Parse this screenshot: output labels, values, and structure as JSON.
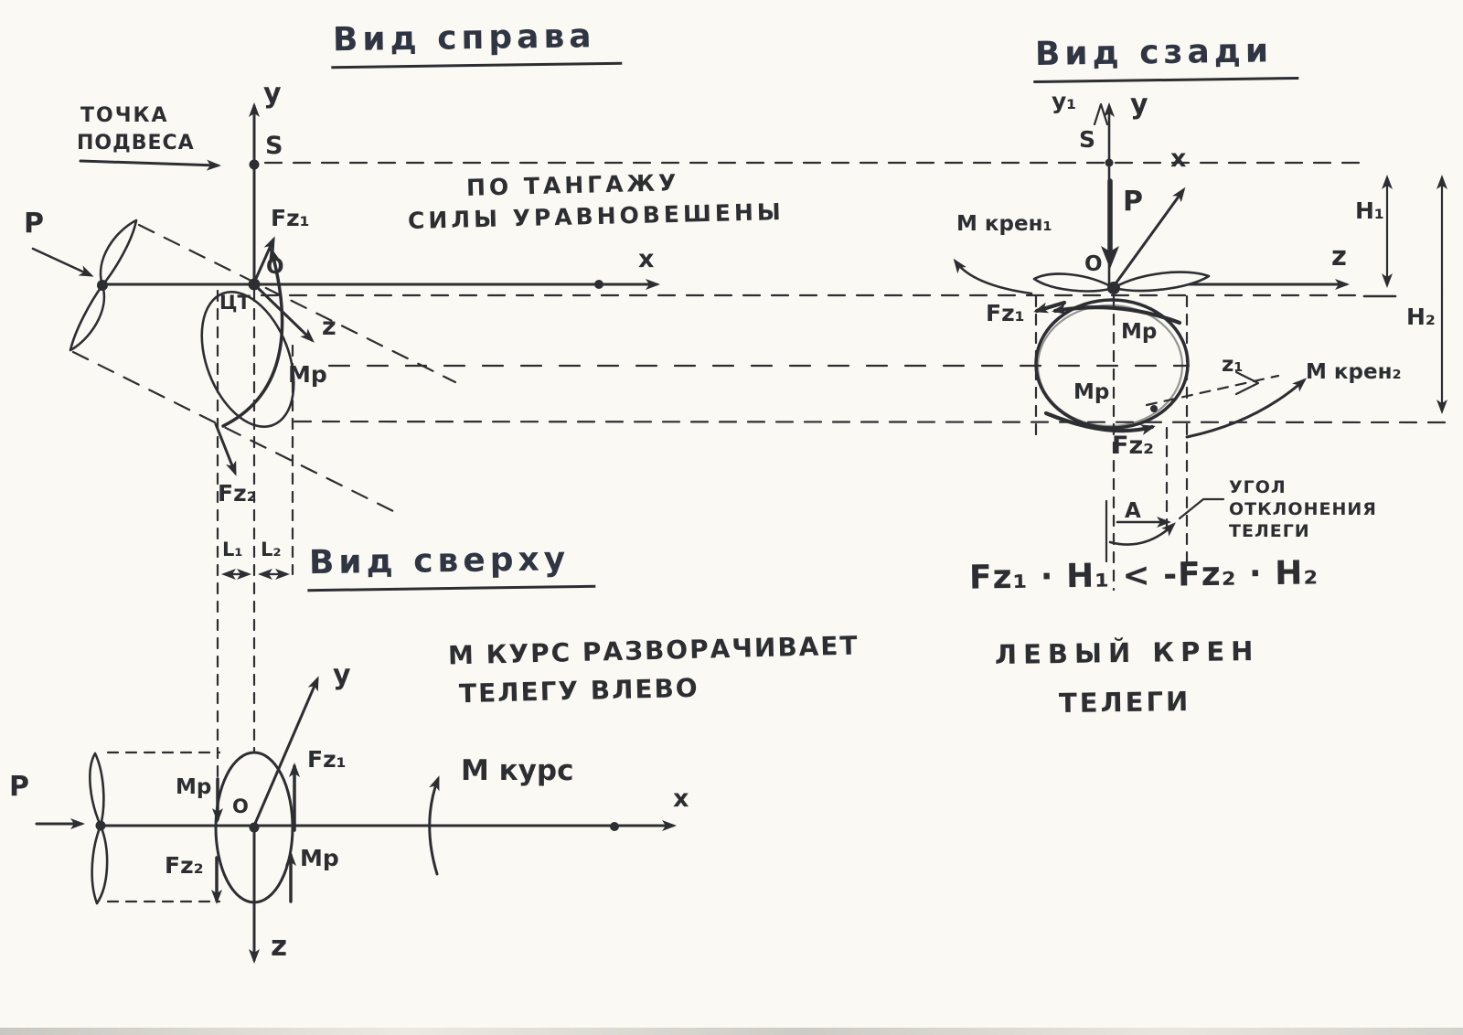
{
  "palette": {
    "paper": "#fbf9f3",
    "ink": "#2c2e32",
    "ink_title": "#2f3542"
  },
  "right_view": {
    "title": "Вид справа",
    "suspension_label_line1": "ТОЧКА",
    "suspension_label_line2": "ПОДВЕСА",
    "pitch_note_line1": "ПО ТАНГАЖУ",
    "pitch_note_line2": "СИЛЫ УРАВНОВЕШЕНЫ",
    "axis_y": "y",
    "axis_x": "x",
    "axis_z": "z",
    "point_suspension": "S",
    "origin": "O",
    "thrust": "P",
    "center_of_gravity": "ЦТ",
    "force_fz1": "Fz₁",
    "force_fz2": "Fz₂",
    "moment_prop": "Mp",
    "dim_l1": "L₁",
    "dim_l2": "L₂"
  },
  "rear_view": {
    "title": "Вид сзади",
    "axis_y1": "y₁",
    "axis_y": "y",
    "axis_x": "x",
    "axis_z": "z",
    "axis_z1": "z₁",
    "point_suspension": "S",
    "thrust": "P",
    "origin": "O",
    "moment_roll_1": "М крен₁",
    "moment_roll_2": "М крен₂",
    "force_fz1": "Fz₁",
    "force_fz2": "Fz₂",
    "moment_prop_top": "Mp",
    "moment_prop_bottom": "Mp",
    "dim_h1": "H₁",
    "dim_h2": "H₂",
    "dim_a": "А",
    "deflection_callout_line1": "УГОЛ",
    "deflection_callout_line2": "ОТКЛОНЕНИЯ",
    "deflection_callout_line3": "ТЕЛЕГИ",
    "formula": "Fz₁ · H₁ < -Fz₂ · H₂",
    "conclusion_line1": "ЛЕВЫЙ КРЕН",
    "conclusion_line2": "ТЕЛЕГИ"
  },
  "top_view": {
    "title": "Вид сверху",
    "course_note_line1": "М КУРС РАЗВОРАЧИВАЕТ",
    "course_note_line2": "ТЕЛЕГУ ВЛЕВО",
    "thrust": "P",
    "origin": "O",
    "axis_x": "x",
    "axis_y": "y",
    "axis_z": "z",
    "force_fz1": "Fz₁",
    "force_fz2": "Fz₂",
    "moment_prop_left": "Mp",
    "moment_prop_right": "Mp",
    "moment_course": "М курс"
  }
}
